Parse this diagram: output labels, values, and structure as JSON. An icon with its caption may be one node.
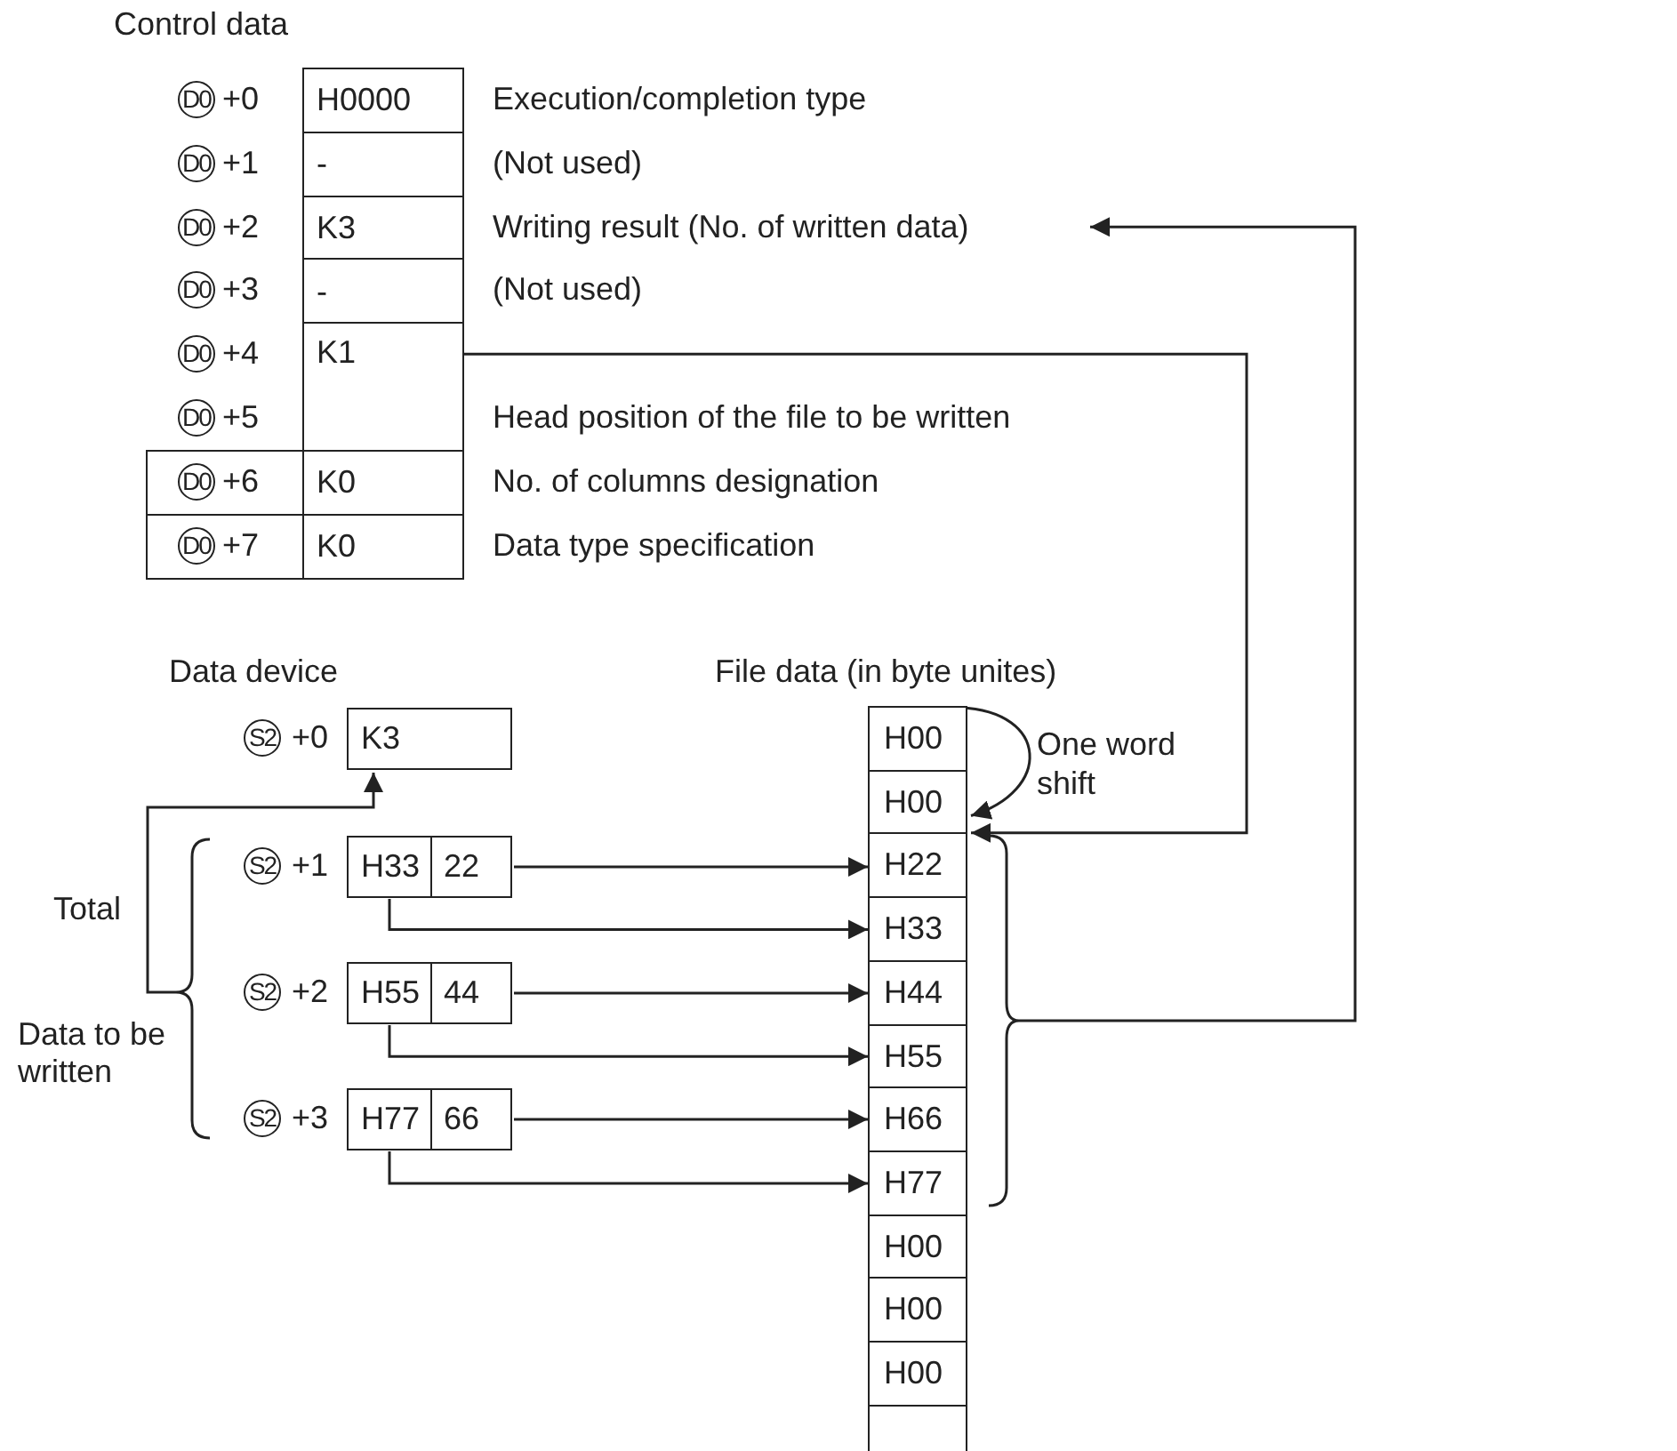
{
  "diagram": {
    "nodes": [
      {
        "text": [
          "H0000"
        ]
      },
      {
        "text": [
          "-"
        ]
      },
      {
        "text": [
          "K3"
        ]
      },
      {
        "text": [
          "-"
        ]
      },
      {
        "text": [
          "K1"
        ]
      },
      {
        "text": [
          "K0"
        ]
      },
      {
        "text": [
          "K0"
        ]
      },
      {
        "text": [
          "Writing result (No. of written data)"
        ]
      },
      {
        "text": [
          "K3"
        ]
      },
      {
        "text": [
          "H33"
        ]
      },
      {
        "text": [
          "22"
        ]
      },
      {
        "text": [
          "H55"
        ]
      },
      {
        "text": [
          "44"
        ]
      },
      {
        "text": [
          "H77"
        ]
      },
      {
        "text": [
          "66"
        ]
      },
      {
        "text": [
          "H00"
        ]
      },
      {
        "text": [
          "H00"
        ]
      },
      {
        "text": [
          "H22"
        ]
      },
      {
        "text": [
          "H33"
        ]
      },
      {
        "text": [
          "H44"
        ]
      },
      {
        "text": [
          "H55"
        ]
      },
      {
        "text": [
          "H66"
        ]
      },
      {
        "text": [
          "H77"
        ]
      },
      {
        "text": [
          "H00"
        ]
      },
      {
        "text": [
          "H00"
        ]
      },
      {
        "text": [
          "H00"
        ]
      },
      {
        "text": [],
        "shape": "box"
      },
      {
        "text": [],
        "shape": "bracket"
      },
      {
        "text": [],
        "shape": "bracket"
      }
    ],
    "edges": [
      {
        "from": 4,
        "to": 17,
        "arrow": "to"
      },
      {
        "from": 28,
        "to": 7,
        "arrow": "to"
      },
      {
        "from": 15,
        "to": 16,
        "arrow": "to",
        "label": "One word shift"
      },
      {
        "from": 27,
        "to": 8,
        "arrow": "to",
        "label": "Total"
      },
      {
        "from": 10,
        "to": 17,
        "arrow": "to"
      },
      {
        "from": 9,
        "to": 18,
        "arrow": "to"
      },
      {
        "from": 12,
        "to": 19,
        "arrow": "to"
      },
      {
        "from": 11,
        "to": 20,
        "arrow": "to"
      },
      {
        "from": 14,
        "to": 21,
        "arrow": "to"
      },
      {
        "from": 13,
        "to": 22,
        "arrow": "to"
      }
    ],
    "labels": [
      "Control data",
      "D0",
      "+0",
      "Execution/completion type",
      "D0",
      "+1",
      "(Not used)",
      "D0",
      "+2",
      "D0",
      "+3",
      "(Not used)",
      "D0",
      "+4",
      "D0",
      "+5",
      "Head position of the file to be written",
      "D0",
      "+6",
      "No. of columns designation",
      "D0",
      "+7",
      "Data type specification",
      "Data device",
      "File data (in byte unites)",
      "S2",
      "+0",
      "S2",
      "+1",
      "S2",
      "+2",
      "S2",
      "+3",
      "Data to be written"
    ]
  }
}
